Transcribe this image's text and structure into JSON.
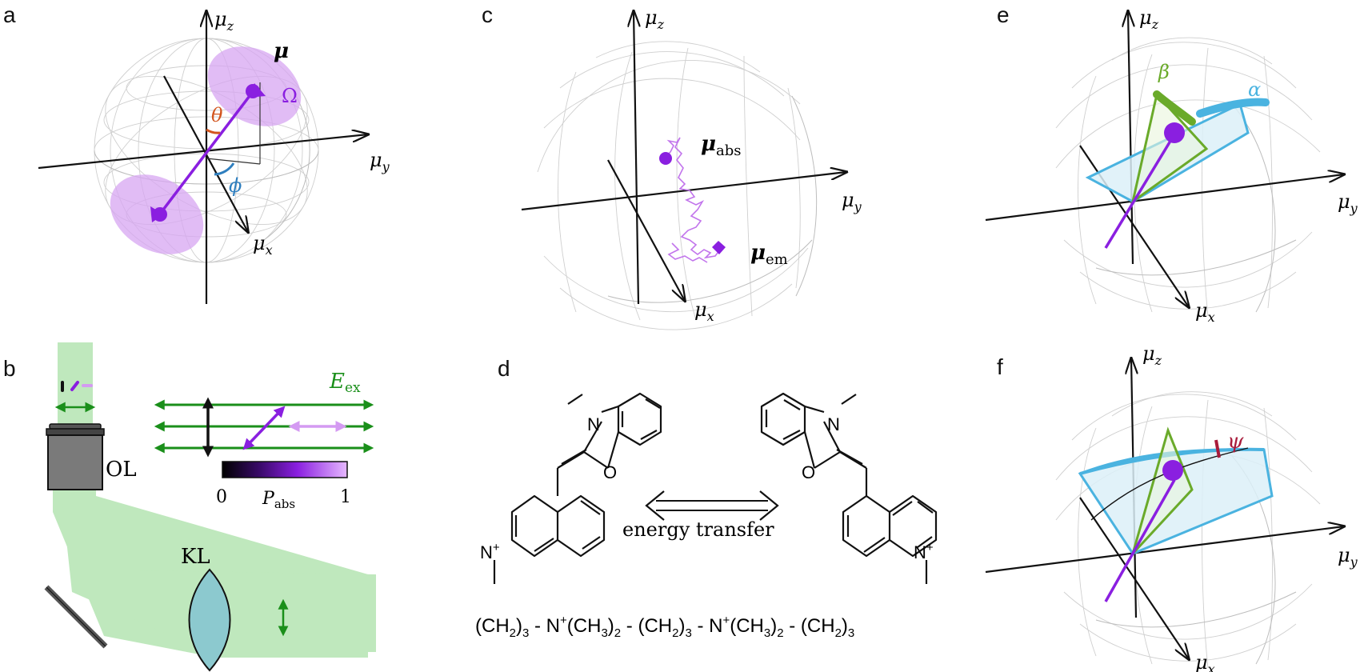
{
  "panels": {
    "a": {
      "letter": "a",
      "axis_z": "μ",
      "axis_z_sub": "z",
      "axis_y": "μ",
      "axis_y_sub": "y",
      "axis_x": "μ",
      "axis_x_sub": "x",
      "dipole": "μ",
      "theta": "θ",
      "phi": "ϕ",
      "omega": "Ω"
    },
    "b": {
      "letter": "b",
      "objective": "OL",
      "lens": "KL",
      "field": "E",
      "field_sub": "ex",
      "colorbar_min": "0",
      "colorbar_max": "1",
      "colorbar_label": "P",
      "colorbar_label_sub": "abs"
    },
    "c": {
      "letter": "c",
      "axis_z": "μ",
      "axis_z_sub": "z",
      "axis_y": "μ",
      "axis_y_sub": "y",
      "axis_x": "μ",
      "axis_x_sub": "x",
      "mu_abs": "μ",
      "mu_abs_sub": "abs",
      "mu_em": "μ",
      "mu_em_sub": "em"
    },
    "d": {
      "letter": "d",
      "transfer": "energy transfer",
      "n_left": "N",
      "n_right": "N",
      "o_left": "O",
      "o_right": "O",
      "nplus_left": "N",
      "nplus_right": "N",
      "plus": "+",
      "linker": [
        "(CH",
        "2",
        ")",
        "3",
        " - N",
        "+",
        "(CH",
        "3",
        ")",
        "2",
        " - (CH",
        "2",
        ")",
        "3",
        " - N",
        "+",
        "(CH",
        "3",
        ")",
        "2",
        " - (CH",
        "2",
        ")",
        "3"
      ]
    },
    "e": {
      "letter": "e",
      "axis_z": "μ",
      "axis_z_sub": "z",
      "axis_y": "μ",
      "axis_y_sub": "y",
      "axis_x": "μ",
      "axis_x_sub": "x",
      "beta": "β",
      "alpha": "α"
    },
    "f": {
      "letter": "f",
      "axis_z": "μ",
      "axis_z_sub": "z",
      "axis_y": "μ",
      "axis_y_sub": "y",
      "axis_x": "μ",
      "axis_x_sub": "x",
      "psi": "ψ"
    }
  },
  "colors": {
    "purple": "#8a1fe0",
    "lilac": "#d9a9f5",
    "lilac_fill": "#d7a6f2",
    "green": "#1a8f1a",
    "light_green": "#bfe8bd",
    "blue": "#4ab3e0",
    "blue_fill": "#dcf0f8",
    "olive": "#6aaa2a",
    "orange": "#d2551e",
    "angle_blue": "#2f7fbf",
    "psi_red": "#a81c3c"
  }
}
